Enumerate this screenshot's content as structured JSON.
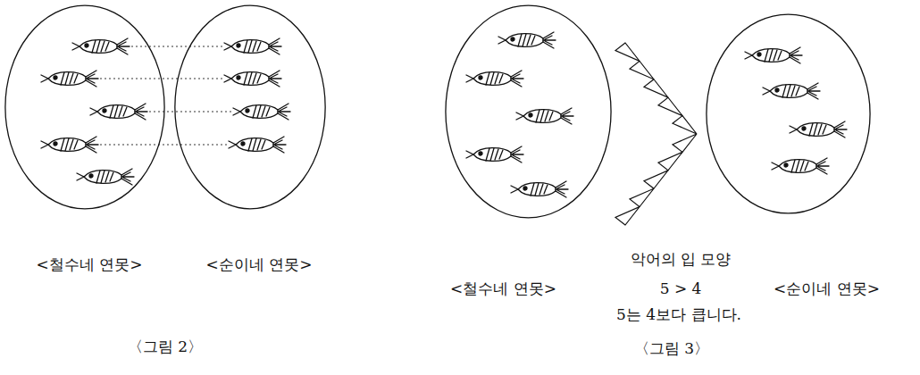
{
  "diagram": {
    "nodes": [
      {
        "text": [
          "<철수네 연못>"
        ]
      },
      {
        "text": [
          "<순이네 연못>"
        ]
      },
      {
        "text": [
          "<철수네 연못>"
        ]
      },
      {
        "text": [
          "<순이네 연못>"
        ]
      }
    ],
    "labels": [
      "〈그림 2〉",
      "악어의 입 모양",
      "5 > 4",
      "5는 4보다 큽니다.",
      "〈그림 3〉"
    ]
  }
}
